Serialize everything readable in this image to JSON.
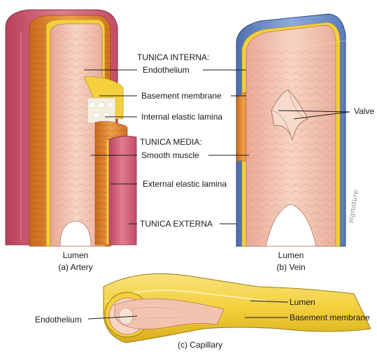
{
  "artery": {
    "tunica_interna": "TUNICA INTERNA:",
    "endothelium": "Endothelium",
    "basement_membrane": "Basement membrane",
    "internal_elastic_lamina": "Internal elastic lamina",
    "tunica_media": "TUNICA MEDIA:",
    "smooth_muscle": "Smooth muscle",
    "external_elastic_lamina": "External elastic lamina",
    "tunica_externa": "TUNICA EXTERNA",
    "lumen": "Lumen",
    "caption": "(a) Artery"
  },
  "vein": {
    "valve": "Valve",
    "lumen": "Lumen",
    "caption": "(b) Vein"
  },
  "capillary": {
    "lumen": "Lumen",
    "endothelium": "Endothelium",
    "basement_membrane": "Basement membrane",
    "caption": "(c) Capillary"
  },
  "colors": {
    "externa_red": "#d9697f",
    "media_orange": "#e0892e",
    "interna_pink": "#f2c4b0",
    "vein_blue": "#6f8fc9",
    "capillary_yellow": "#f4d64a"
  }
}
